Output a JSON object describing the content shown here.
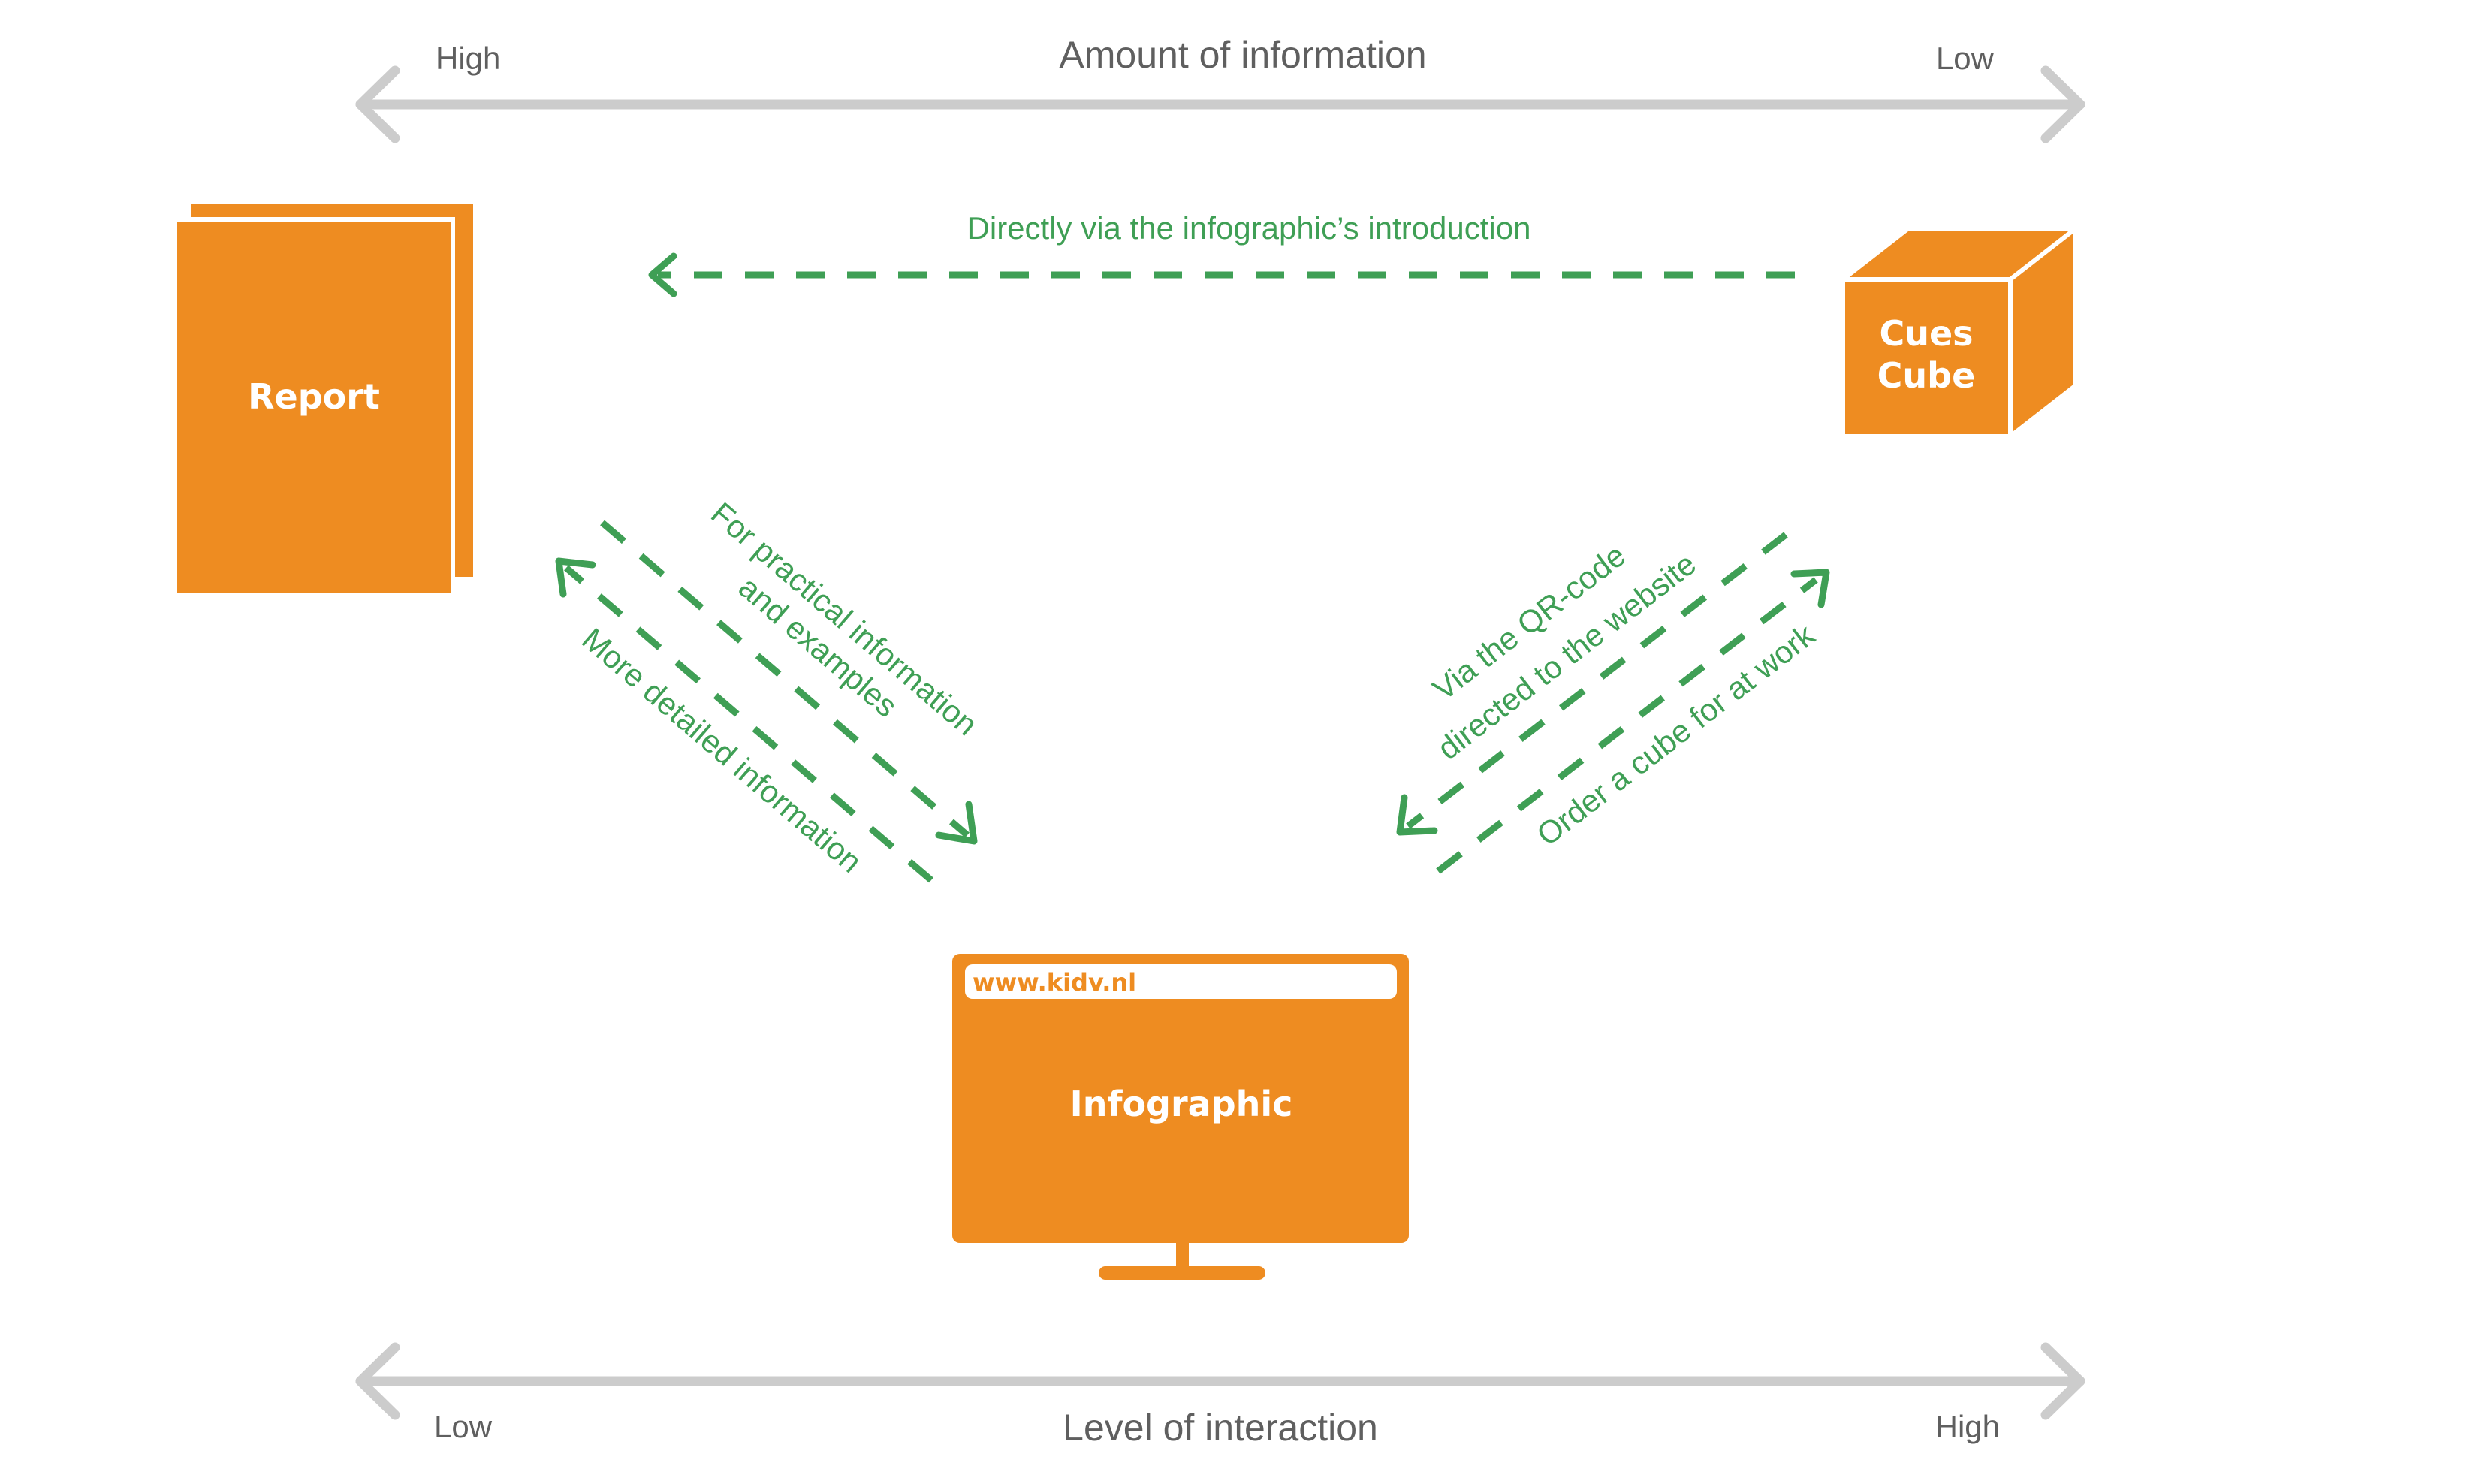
{
  "colors": {
    "orange": "#ee8c21",
    "green": "#3f9f55",
    "axis_gray": "#cccccc",
    "text_gray": "#5f5f5f",
    "white": "#ffffff"
  },
  "top_axis": {
    "title": "Amount of information",
    "left_end": "High",
    "right_end": "Low"
  },
  "bottom_axis": {
    "title": "Level of interaction",
    "left_end": "Low",
    "right_end": "High"
  },
  "nodes": {
    "report": {
      "label": "Report",
      "icon": "document-stack-icon"
    },
    "cues_cube": {
      "label_line1": "Cues",
      "label_line2": "Cube",
      "icon": "cube-icon"
    },
    "infographic": {
      "label": "Infographic",
      "url": "www.kidv.nl",
      "icon": "monitor-icon"
    }
  },
  "flows": {
    "cube_to_report": "Directly via the infographic’s introduction",
    "report_to_infographic_line1": "For practical information",
    "report_to_infographic_line2": "and examples",
    "infographic_to_report": "More detailed information",
    "cube_to_infographic_line1": "Via the QR-code",
    "cube_to_infographic_line2": "directed to the website",
    "infographic_to_cube": "Order a cube for at work"
  }
}
